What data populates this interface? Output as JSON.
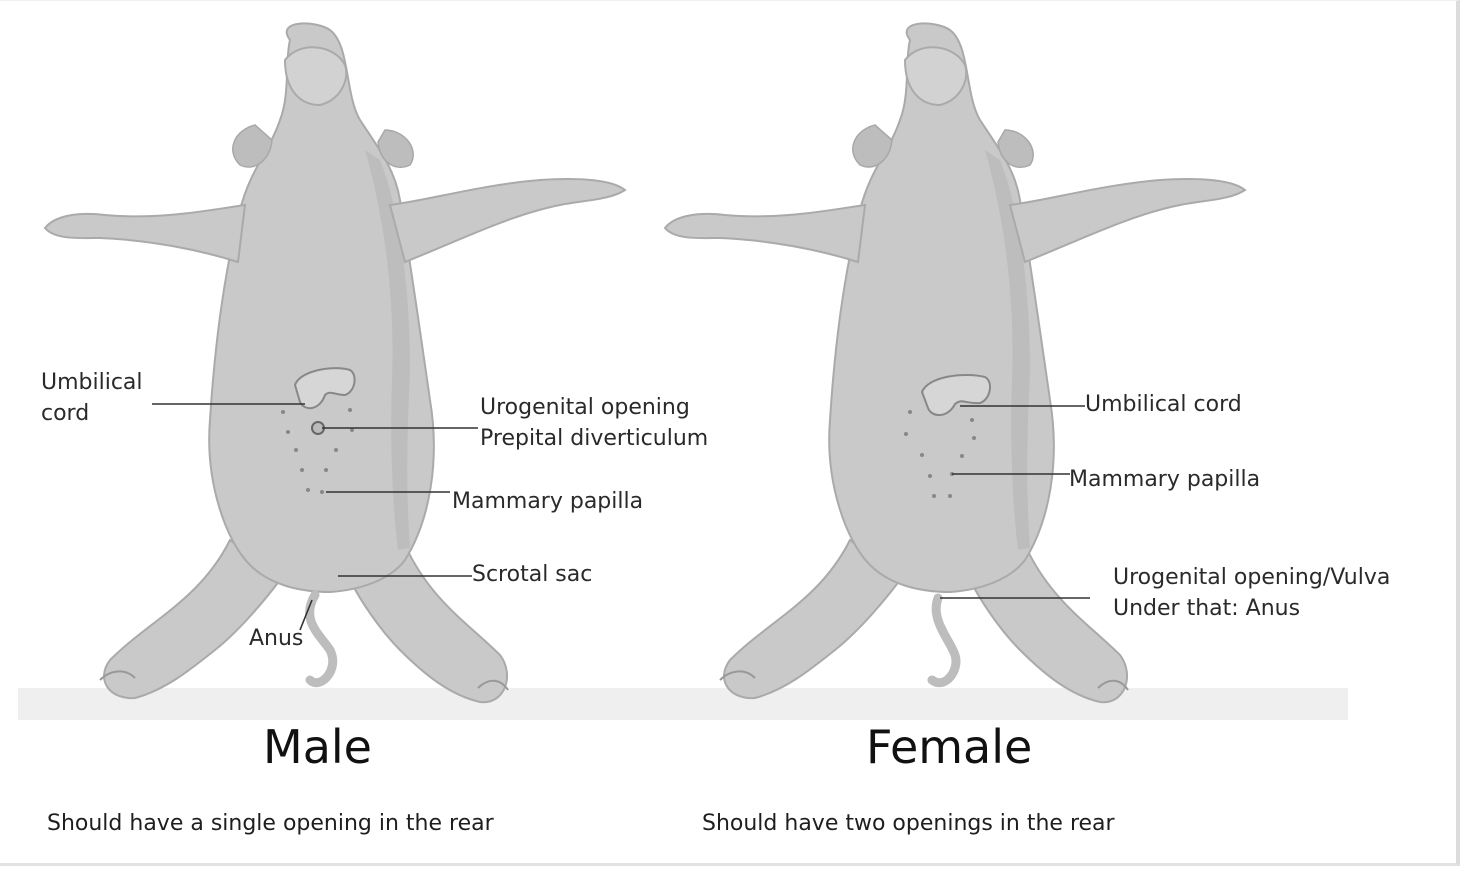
{
  "male": {
    "title": "Male",
    "caption": "Should have a single opening in the rear",
    "labels": {
      "umbilical_cord_line1": "Umbilical",
      "umbilical_cord_line2": "cord",
      "urogenital_opening": "Urogenital opening",
      "prepital_diverticulum": "Prepital diverticulum",
      "mammary_papilla": "Mammary papilla",
      "scrotal_sac": "Scrotal sac",
      "anus": "Anus"
    }
  },
  "female": {
    "title": "Female",
    "caption": "Should have two openings in the rear",
    "labels": {
      "umbilical_cord": "Umbilical cord",
      "mammary_papilla": "Mammary papilla",
      "urogenital_vulva": "Urogenital opening/Vulva",
      "under_that_anus": "Under that: Anus"
    }
  },
  "colors": {
    "body_fill": "#c9c9c9",
    "body_shade": "#b9b9b9",
    "outline": "#a6a6a6",
    "leader_line": "#333333",
    "ground": "#ececec"
  }
}
